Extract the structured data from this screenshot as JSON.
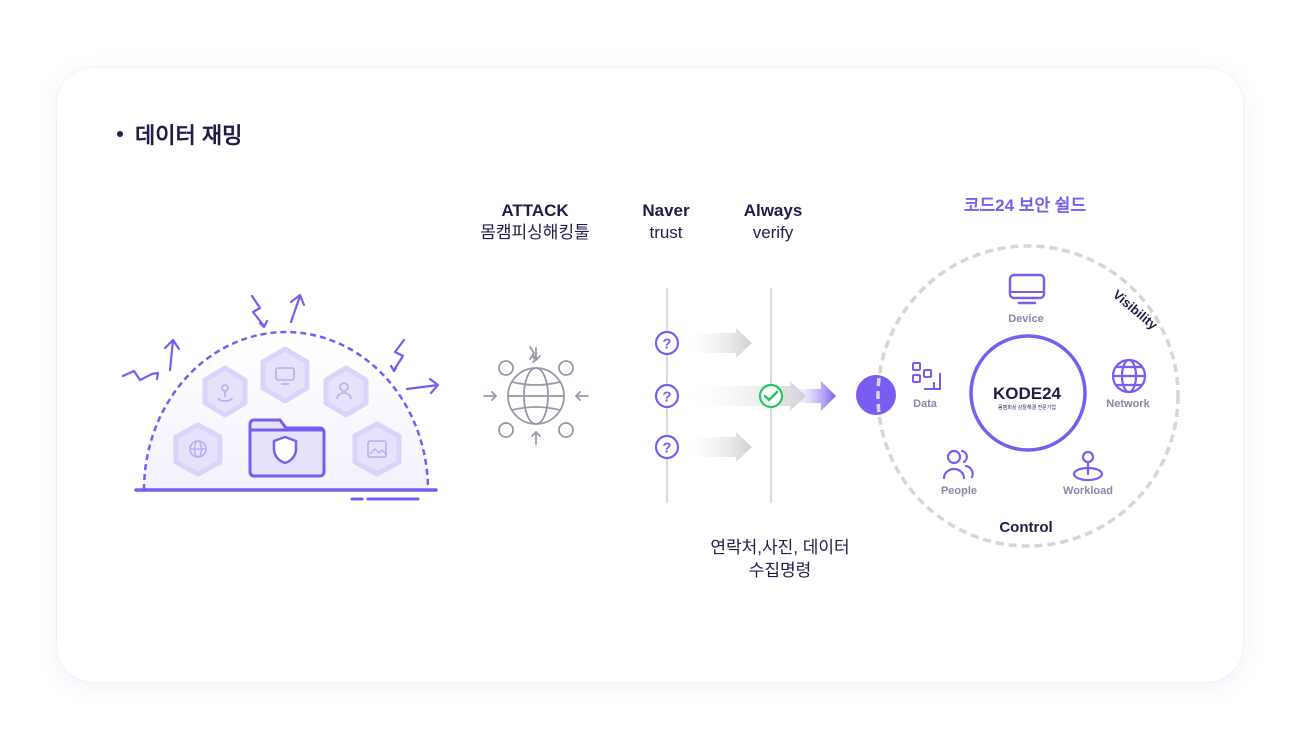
{
  "section": {
    "bullet_title": "데이터 재밍"
  },
  "columns": {
    "attack": {
      "title": "ATTACK",
      "subtitle": "몸캠피싱해킹툴"
    },
    "naver": {
      "title": "Naver",
      "subtitle": "trust"
    },
    "always": {
      "title": "Always",
      "subtitle": "verify"
    }
  },
  "shield": {
    "title": "코드24 보안 쉴드",
    "ring_top_label": "Visibility",
    "ring_bottom_label": "Control",
    "logo_text": "KODE24",
    "logo_subtext": "몸캠피싱 강탈해결 전문기업",
    "nodes": [
      {
        "label": "Device",
        "icon": "monitor-icon"
      },
      {
        "label": "Data",
        "icon": "data-blocks-icon"
      },
      {
        "label": "Network",
        "icon": "globe-icon"
      },
      {
        "label": "People",
        "icon": "people-icon"
      },
      {
        "label": "Workload",
        "icon": "workload-pin-icon"
      }
    ]
  },
  "verification": {
    "question_mark": "?",
    "rows": [
      "unverified",
      "verified",
      "unverified"
    ]
  },
  "caption": {
    "line1": "연락처,사진, 데이터",
    "line2": "수집명령"
  },
  "colors": {
    "accent": "#7b5cf0",
    "dark_text": "#1f1c48",
    "hex_fill": "#e6e2fb",
    "check_green": "#22c55e",
    "ring_gray": "#d6d6d6",
    "line_gray": "#cfcfcf"
  }
}
